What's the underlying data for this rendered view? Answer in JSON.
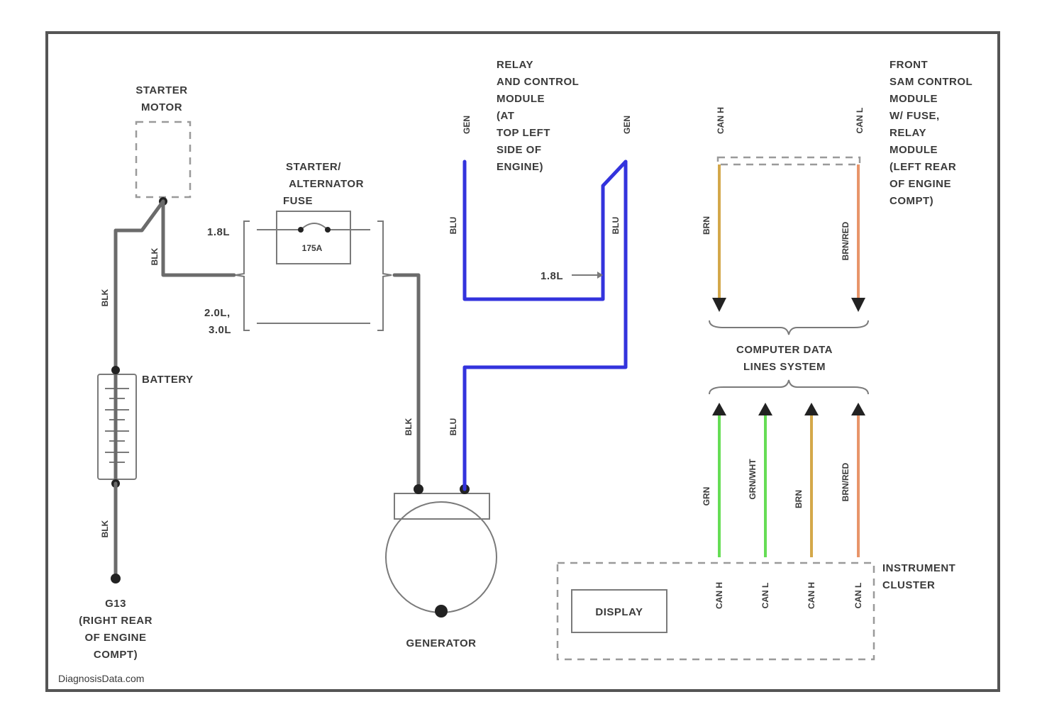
{
  "diagram": {
    "labels": {
      "starter_motor": [
        "STARTER",
        "MOTOR"
      ],
      "starter_alt_fuse": [
        "STARTER/",
        "ALTERNATOR",
        "FUSE"
      ],
      "fuse_rating": "175A",
      "engine_1": "1.8L",
      "engine_2": [
        "2.0L,",
        "3.0L"
      ],
      "battery": "BATTERY",
      "ground": [
        "G13",
        "(RIGHT REAR",
        "OF ENGINE",
        "COMPT)"
      ],
      "generator": "GENERATOR",
      "relay_module": [
        "RELAY",
        "AND CONTROL",
        "MODULE",
        "(AT",
        "TOP LEFT",
        "SIDE OF",
        "ENGINE)"
      ],
      "engine_1_arrow": "1.8L",
      "front_sam": [
        "FRONT",
        "SAM CONTROL",
        "MODULE",
        "W/ FUSE,",
        "RELAY",
        "MODULE",
        "(LEFT REAR",
        "OF ENGINE",
        "COMPT)"
      ],
      "computer_data": [
        "COMPUTER DATA",
        "LINES SYSTEM"
      ],
      "instrument_cluster": [
        "INSTRUMENT",
        "CLUSTER"
      ],
      "display": "DISPLAY",
      "watermark": "DiagnosisData.com"
    },
    "wire_colors": {
      "starter": "BLK",
      "battery_pos": "BLK",
      "battery_neg": "BLK",
      "generator_b": "BLK",
      "generator_d": "BLU",
      "relay_left": "BLU",
      "relay_right": "BLU",
      "can_h_top": "BRN",
      "can_l_top": "BRN/RED",
      "ic_1": "GRN",
      "ic_2": "GRN/WHT",
      "ic_3": "BRN",
      "ic_4": "BRN/RED"
    },
    "pin_labels": {
      "relay_left_name": "GEN",
      "relay_right_name": "GEN",
      "sam_left_name": "CAN H",
      "sam_right_name": "CAN L",
      "ic_1_name": "CAN H",
      "ic_2_name": "CAN L",
      "ic_3_name": "CAN H",
      "ic_4_name": "CAN L"
    },
    "colors": {
      "blue_wire": "#3333dd",
      "gray_wire": "#6b6b6b",
      "brn": "#d4a84a",
      "brn_red": "#e8956a",
      "grn": "#66dd55"
    }
  }
}
